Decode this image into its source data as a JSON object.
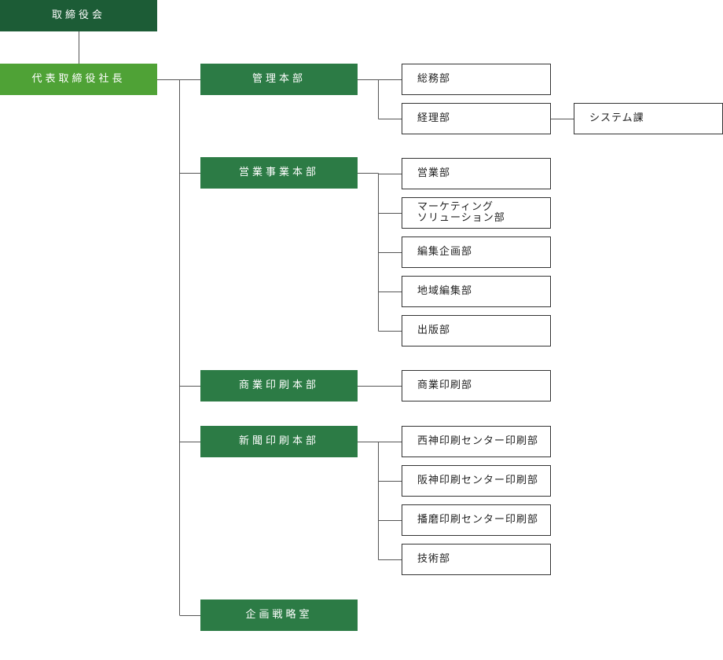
{
  "board": {
    "label": "取締役会"
  },
  "president": {
    "label": "代表取締役社長"
  },
  "divisions": [
    {
      "label": "管理本部",
      "departments": [
        {
          "label": "総務部"
        },
        {
          "label": "経理部",
          "sections": [
            {
              "label": "システム課"
            }
          ]
        }
      ]
    },
    {
      "label": "営業事業本部",
      "departments": [
        {
          "label": "営業部"
        },
        {
          "label": "マーケティング\nソリューション部"
        },
        {
          "label": "編集企画部"
        },
        {
          "label": "地域編集部"
        },
        {
          "label": "出版部"
        }
      ]
    },
    {
      "label": "商業印刷本部",
      "departments": [
        {
          "label": "商業印刷部"
        }
      ]
    },
    {
      "label": "新聞印刷本部",
      "departments": [
        {
          "label": "西神印刷センター印刷部"
        },
        {
          "label": "阪神印刷センター印刷部"
        },
        {
          "label": "播磨印刷センター印刷部"
        },
        {
          "label": "技術部"
        }
      ]
    },
    {
      "label": "企画戦略室",
      "departments": []
    }
  ],
  "colors": {
    "board": "#1c5c36",
    "president": "#4fa236",
    "division": "#2c7b45",
    "line": "#555555"
  }
}
